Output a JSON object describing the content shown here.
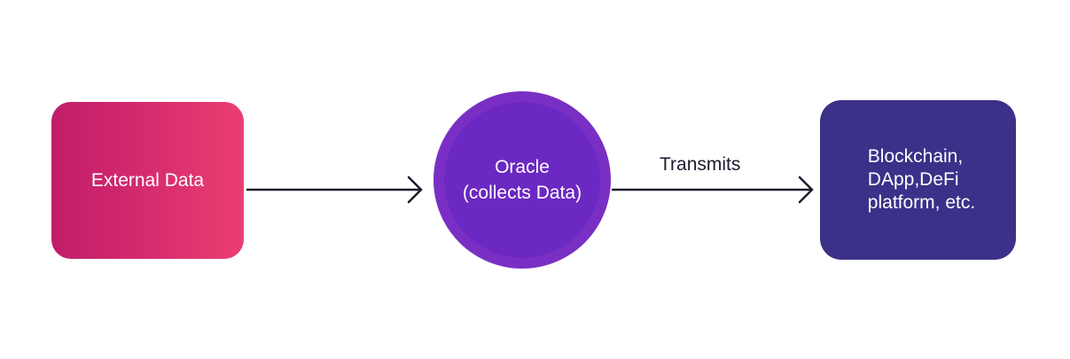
{
  "diagram": {
    "nodes": {
      "external": {
        "label": "External Data"
      },
      "oracle": {
        "line1": "Oracle",
        "line2": "(collects Data)"
      },
      "platform": {
        "line1": "Blockchain,",
        "line2": "DApp,DeFi",
        "line3": "platform, etc."
      }
    },
    "edges": [
      {
        "from": "External Data",
        "to": "Oracle",
        "label": ""
      },
      {
        "from": "Oracle",
        "to": "Blockchain, DApp,DeFi platform, etc.",
        "label": "Transmits"
      }
    ],
    "colors": {
      "external_gradient_start": "#c01d6a",
      "external_gradient_end": "#eb3e72",
      "oracle_fill": "#7a2fc4",
      "platform_fill": "#3b3189",
      "arrow": "#1a1c2c",
      "text_on_node": "#ffffff"
    }
  }
}
